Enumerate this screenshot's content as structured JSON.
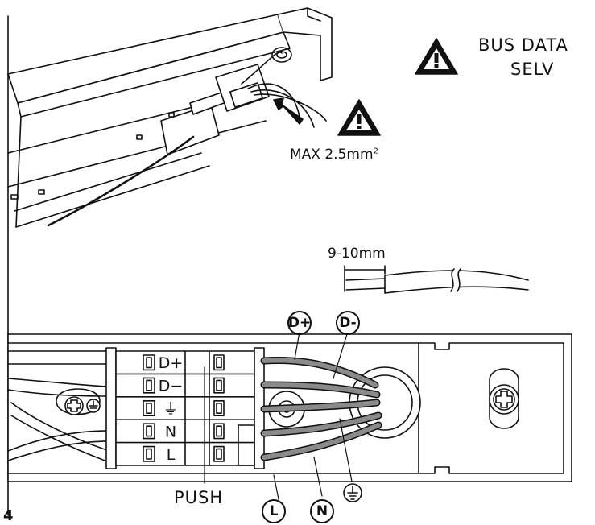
{
  "warning_bus": {
    "line1": "BUS DATA",
    "line2": "SELV"
  },
  "wire_gauge": {
    "label": "MAX 2.5mm",
    "sup": "2"
  },
  "strip_length": {
    "label": "9-10mm"
  },
  "terminals": [
    "D+",
    "D−",
    "⏚",
    "N",
    "L"
  ],
  "wire_labels": {
    "dplus": "D+",
    "dminus": "D-",
    "live": "L",
    "neutral": "N"
  },
  "push_label": "PUSH",
  "step_number": "4",
  "colors": {
    "line": "#111111",
    "wire_fill": "#8a8a8a",
    "background": "#ffffff"
  },
  "icons": [
    "warning-triangle-icon",
    "ground-icon",
    "screw-icon",
    "arrow-icon"
  ]
}
